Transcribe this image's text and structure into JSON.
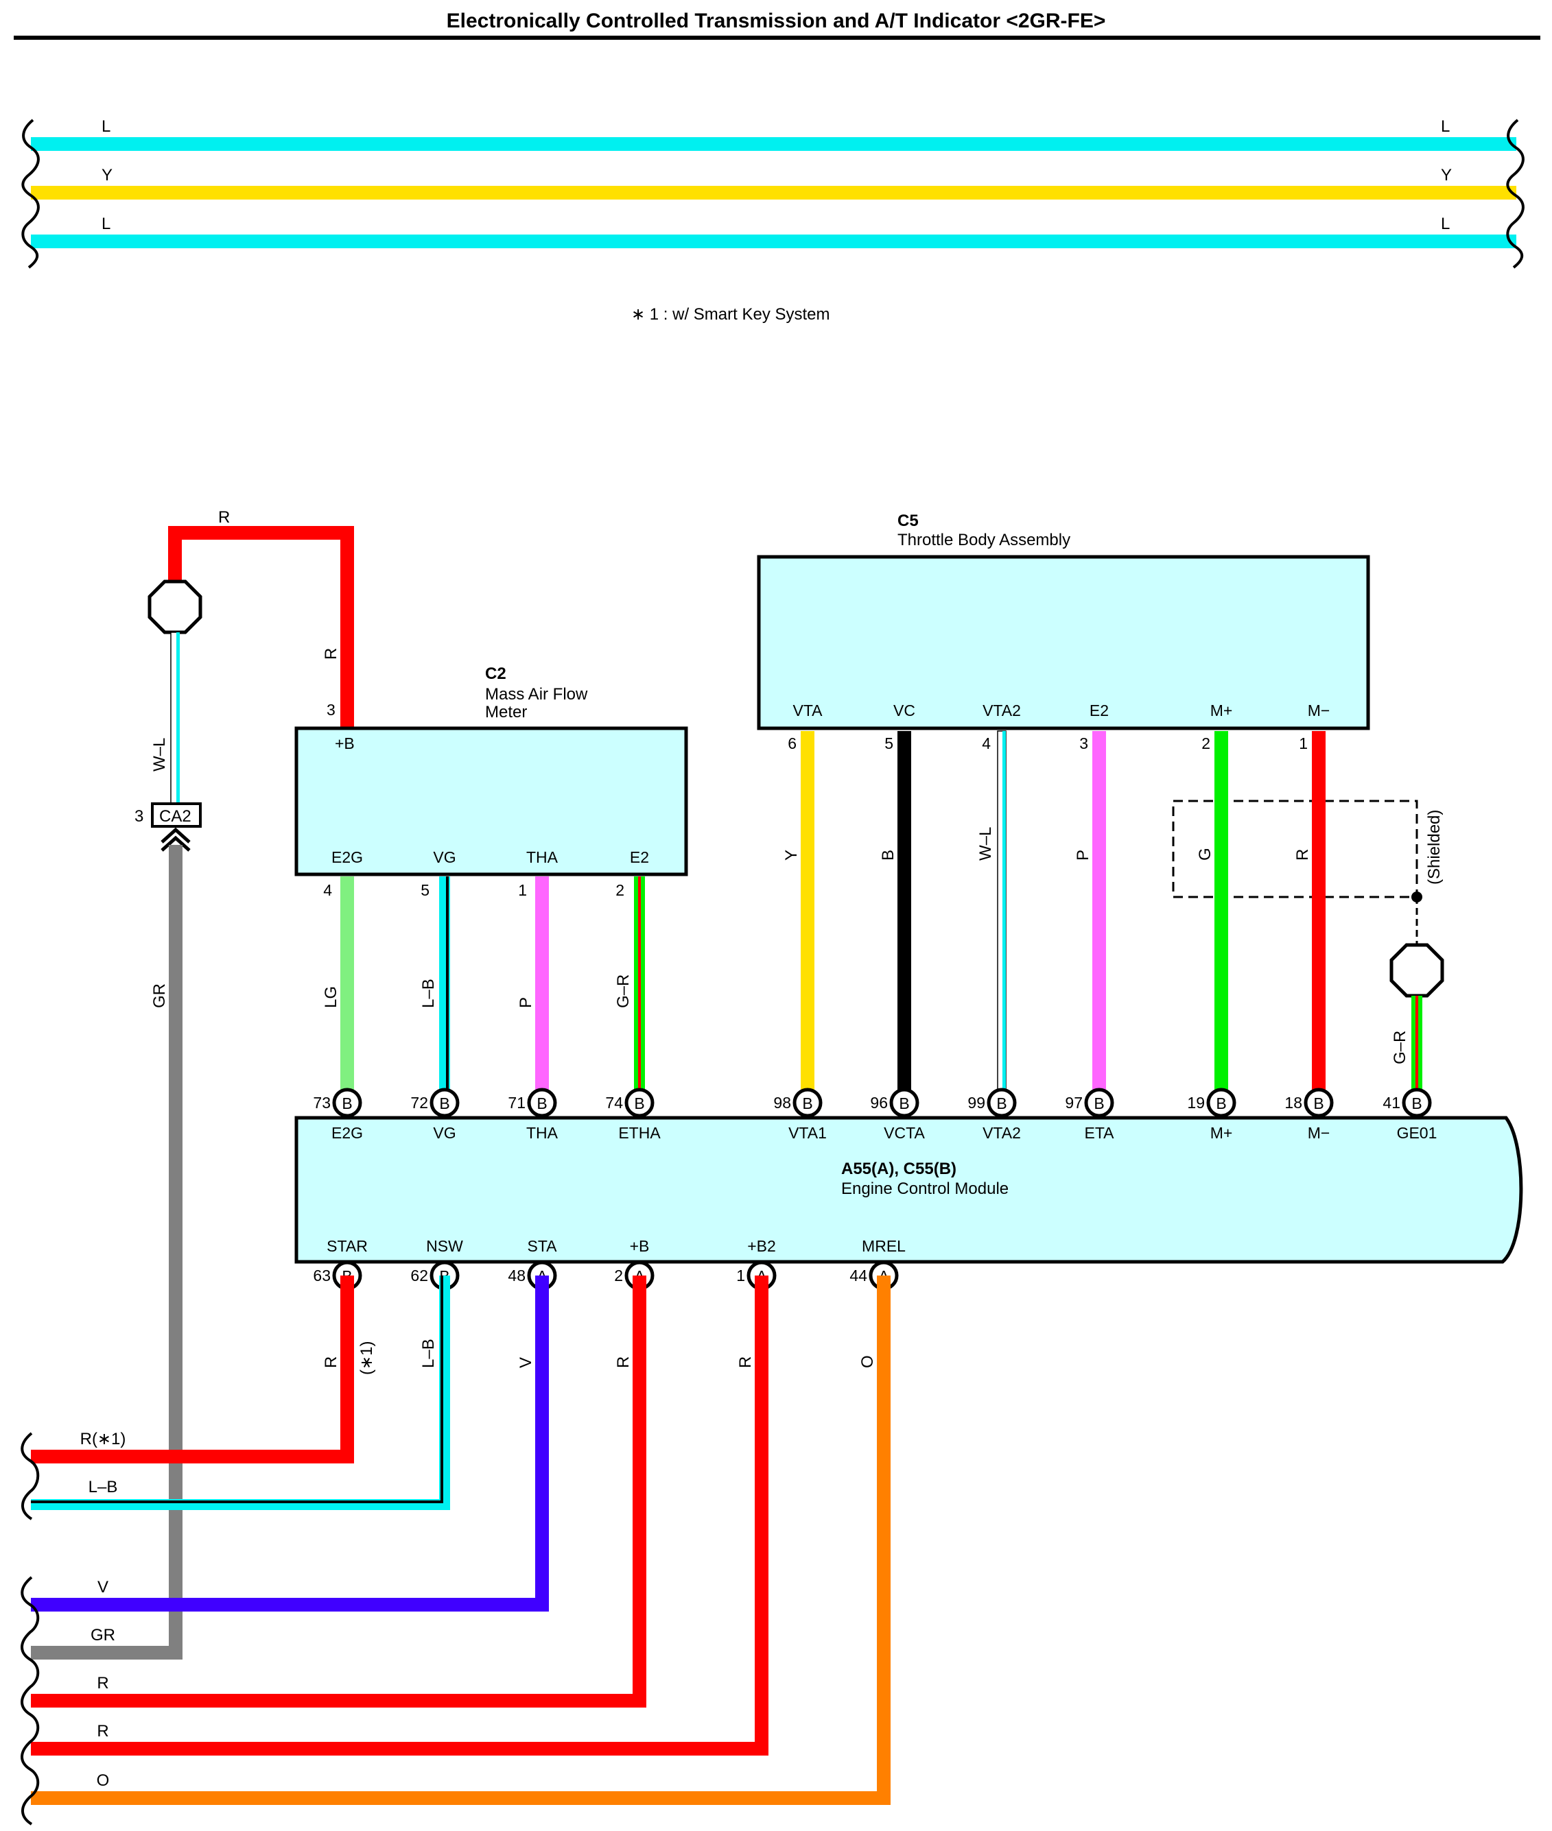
{
  "title": "Electronically Controlled Transmission and A/T Indicator <2GR-FE>",
  "footnote": "∗ 1 : w/ Smart Key System",
  "colors": {
    "L": "#00f0f0",
    "Y": "#ffe000",
    "R": "#ff0000",
    "B": "#000000",
    "W": "#ffffff",
    "G": "#00f000",
    "LG": "#80f080",
    "P": "#ff66ff",
    "V": "#4000ff",
    "GR": "#808080",
    "O": "#ff8000",
    "box": "#ccffff"
  },
  "top_wires": [
    {
      "label": "L",
      "color": "L"
    },
    {
      "label": "Y",
      "color": "Y"
    },
    {
      "label": "L",
      "color": "L"
    }
  ],
  "components": {
    "c2": {
      "code": "C2",
      "name_line1": "Mass Air Flow",
      "name_line2": "Meter",
      "top_pin_num": "3",
      "top_pin_name": "+B",
      "pins": [
        "E2G",
        "VG",
        "THA",
        "E2"
      ]
    },
    "c5": {
      "code": "C5",
      "name": "Throttle Body Assembly",
      "pins": [
        "VTA",
        "VC",
        "VTA2",
        "E2",
        "M+",
        "M−"
      ]
    },
    "ecm": {
      "code": "A55(A), C55(B)",
      "name": "Engine Control Module",
      "top_pins": [
        "E2G",
        "VG",
        "THA",
        "ETHA",
        "VTA1",
        "VCTA",
        "VTA2",
        "ETA",
        "M+",
        "M−",
        "GE01"
      ],
      "bottom_pins": [
        "STAR",
        "NSW",
        "STA",
        "+B",
        "+B2",
        "MREL"
      ]
    },
    "ca2": {
      "num": "3",
      "code": "CA2"
    }
  },
  "shielded_label": "(Shielded)",
  "c2_wires": [
    {
      "pin": "4",
      "wire": "LG",
      "ecm_pin": "73",
      "conn": "B"
    },
    {
      "pin": "5",
      "wire": "L–B",
      "ecm_pin": "72",
      "conn": "B"
    },
    {
      "pin": "1",
      "wire": "P",
      "ecm_pin": "71",
      "conn": "B"
    },
    {
      "pin": "2",
      "wire": "G–R",
      "ecm_pin": "74",
      "conn": "B"
    }
  ],
  "c5_wires": [
    {
      "pin": "6",
      "wire": "Y",
      "ecm_pin": "98",
      "conn": "B"
    },
    {
      "pin": "5",
      "wire": "B",
      "ecm_pin": "96",
      "conn": "B"
    },
    {
      "pin": "4",
      "wire": "W–L",
      "ecm_pin": "99",
      "conn": "B"
    },
    {
      "pin": "3",
      "wire": "P",
      "ecm_pin": "97",
      "conn": "B"
    },
    {
      "pin": "2",
      "wire": "G",
      "ecm_pin": "19",
      "conn": "B"
    },
    {
      "pin": "1",
      "wire": "R",
      "ecm_pin": "18",
      "conn": "B"
    }
  ],
  "ge01": {
    "wire": "G–R",
    "ecm_pin": "41",
    "conn": "B"
  },
  "bottom_wires": [
    {
      "ecm_pin": "63",
      "conn": "B",
      "wire": "R",
      "note": "(∗1)"
    },
    {
      "ecm_pin": "62",
      "conn": "B",
      "wire": "L–B"
    },
    {
      "ecm_pin": "48",
      "conn": "A",
      "wire": "V"
    },
    {
      "ecm_pin": "2",
      "conn": "A",
      "wire": "R"
    },
    {
      "ecm_pin": "1",
      "conn": "A",
      "wire": "R"
    },
    {
      "ecm_pin": "44",
      "conn": "A",
      "wire": "O"
    }
  ],
  "left_wire_labels": [
    "R(∗1)",
    "L–B",
    "V",
    "GR",
    "R",
    "R",
    "O"
  ],
  "feed_wires": {
    "top_label": "R",
    "c2_label": "R",
    "ground_wire": "W–L",
    "gray_wire": "GR"
  }
}
